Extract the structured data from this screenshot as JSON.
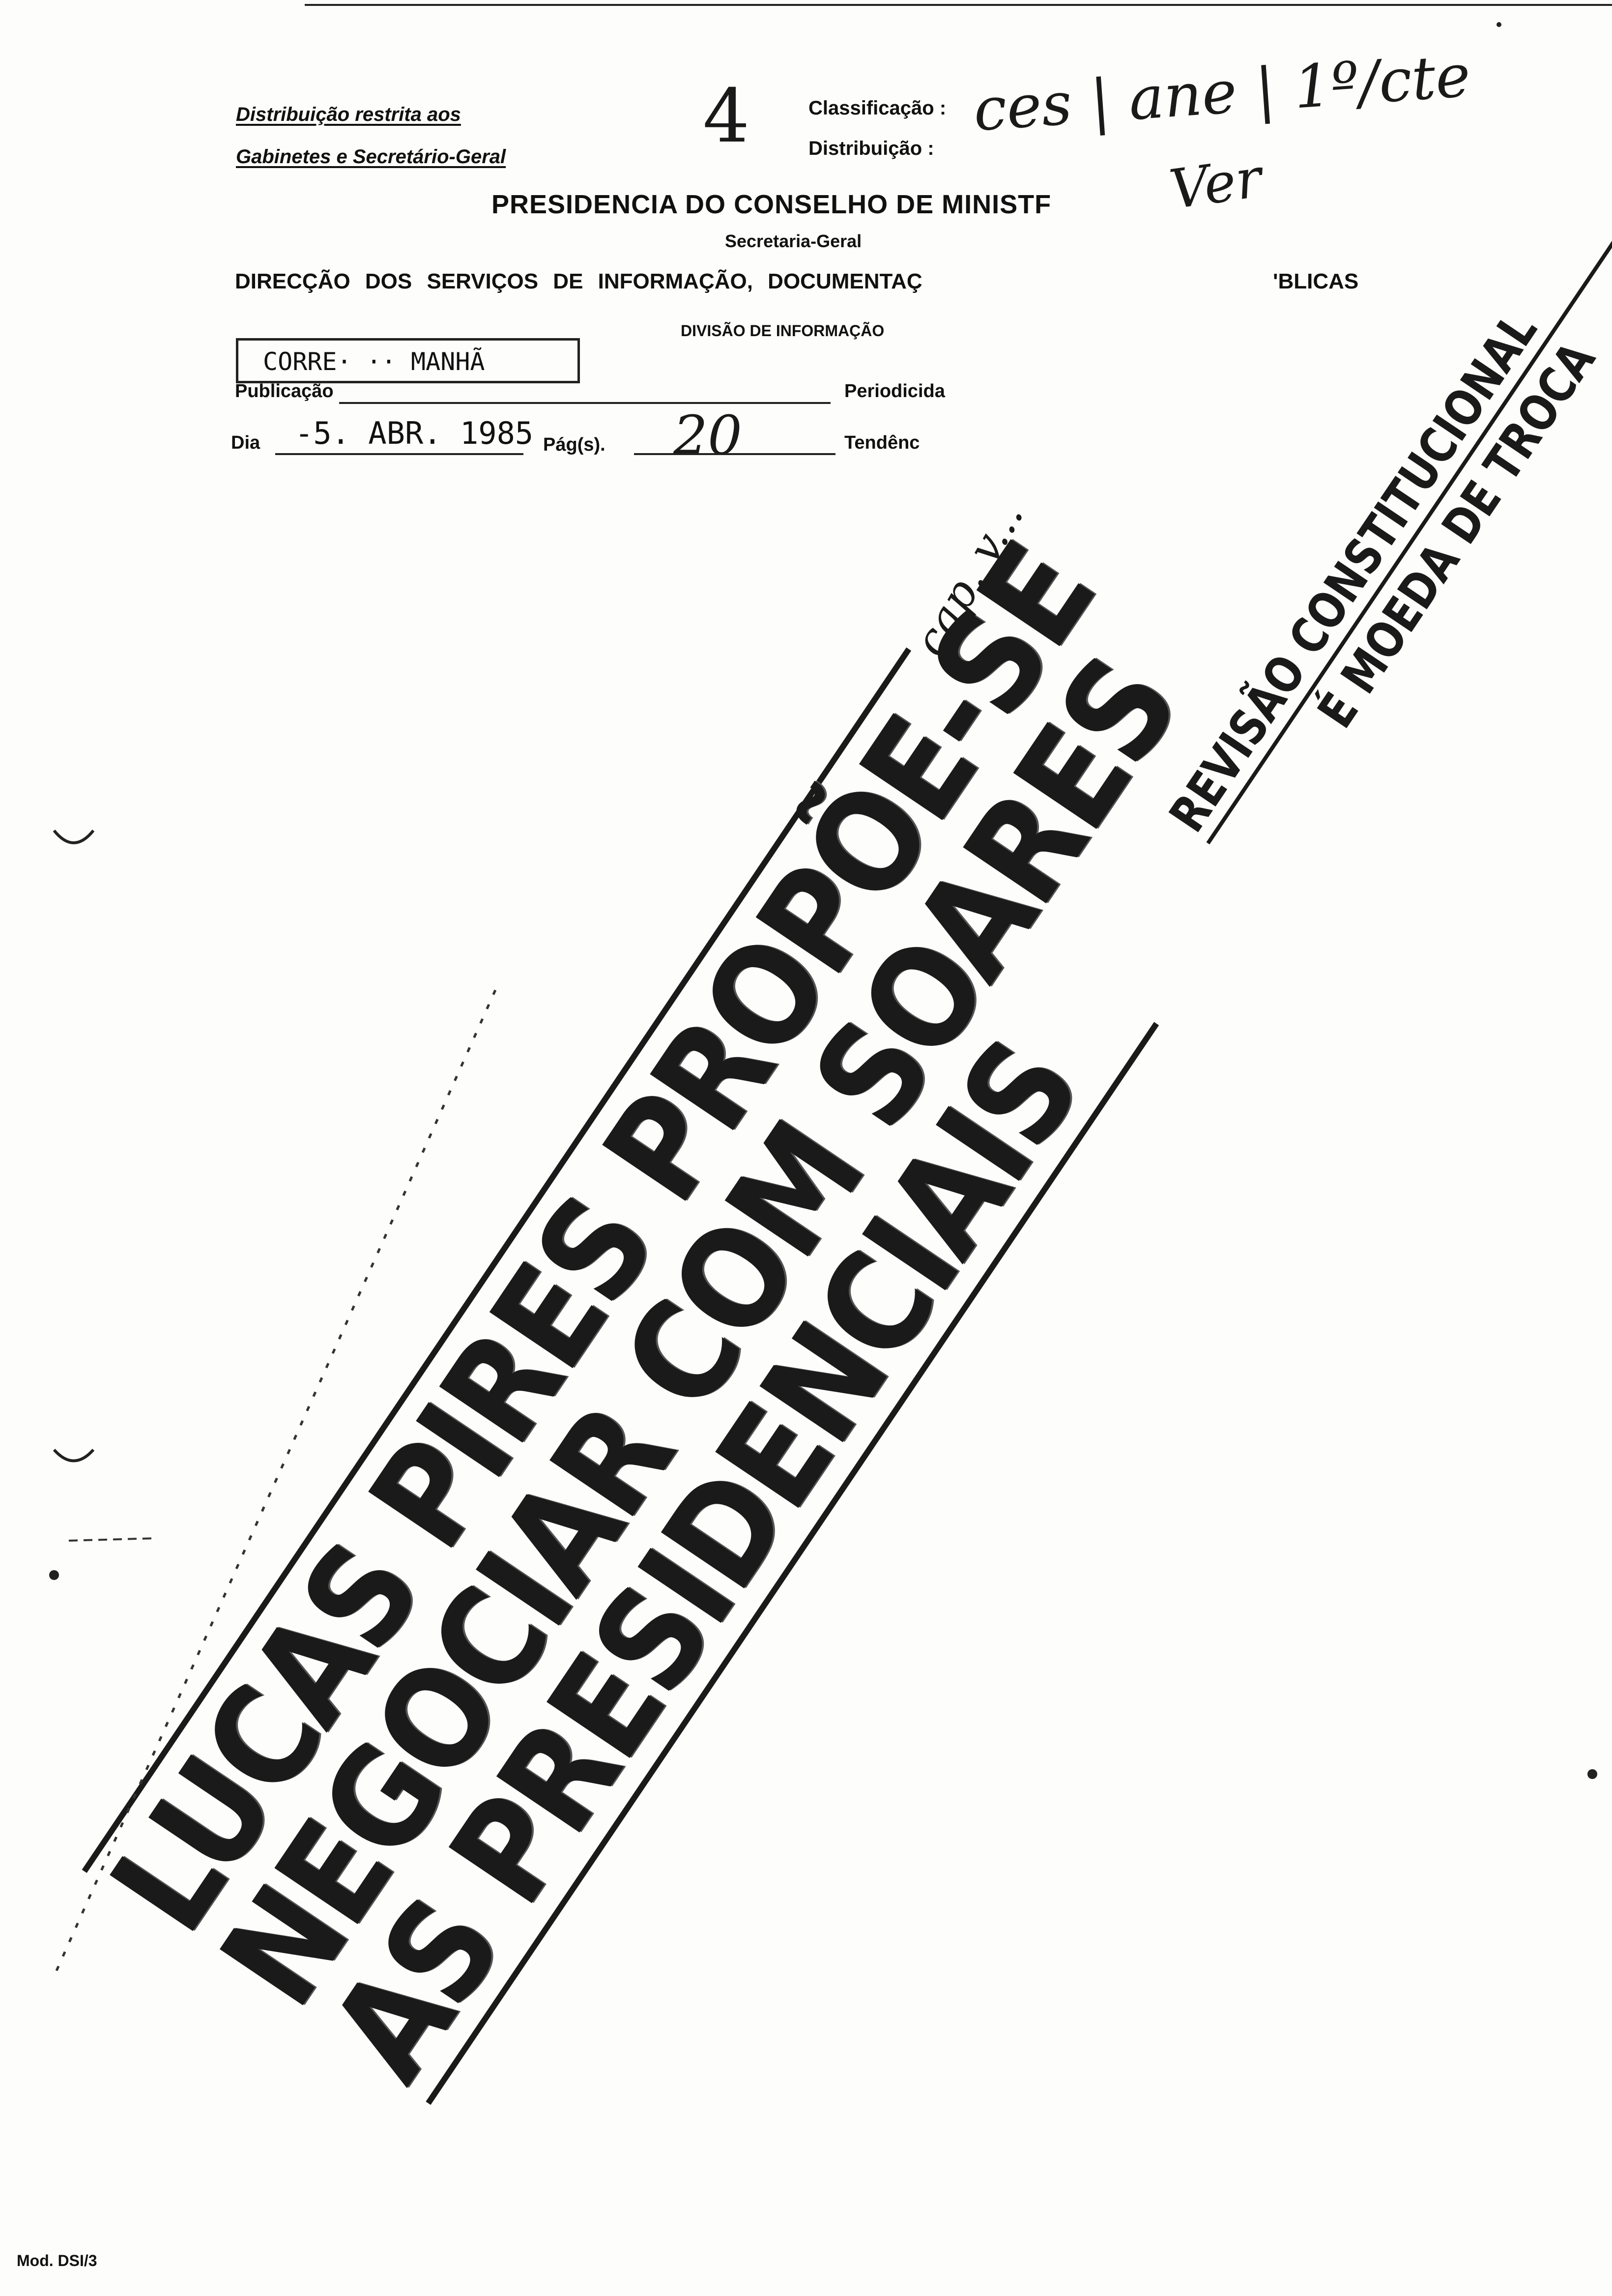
{
  "header": {
    "distribution_note_line1": "Distribuição restrita aos",
    "distribution_note_line2": "Gabinetes e Secretário-Geral",
    "handwritten_number": "4",
    "classification_label": "Classificação :",
    "distribution_label": "Distribuição :",
    "classification_handwritten": "ces | ane | 1º/cte",
    "distribution_handwritten": "Ver"
  },
  "institution": {
    "ministry": "PRESIDENCIA DO CONSELHO DE MINISTF",
    "secretaria": "Secretaria-Geral",
    "direccao": "DIRECÇÃO DOS SERVIÇOS DE INFORMAÇÃO, DOCUMENTAÇ",
    "direccao_end": "'BLICAS",
    "divisao": "DIVISÃO DE INFORMAÇÃO"
  },
  "fields": {
    "stamp": "CORRE· ·· MANHÃ",
    "publicacao_label": "Publicação",
    "periodicidade_label": "Periodicida",
    "dia_label": "Dia",
    "dia_value": "-5. ABR. 1985",
    "pag_label": "Pág(s).",
    "pag_value": "20",
    "tendencia_label": "Tendênc"
  },
  "article": {
    "kicker_line1": "REVISÃO CONSTITUCIONAL",
    "kicker_line2": "É MOEDA DE TROCA",
    "headline_line1": "LUCAS PIRES PROPÕE-SE",
    "headline_line2": "NEGOCIAR COM SOARES",
    "headline_line3": "AS PRESIDENCIAIS",
    "handwritten_annotation": "cap. v..."
  },
  "footer": {
    "form_code": "Mod. DSI/3"
  }
}
